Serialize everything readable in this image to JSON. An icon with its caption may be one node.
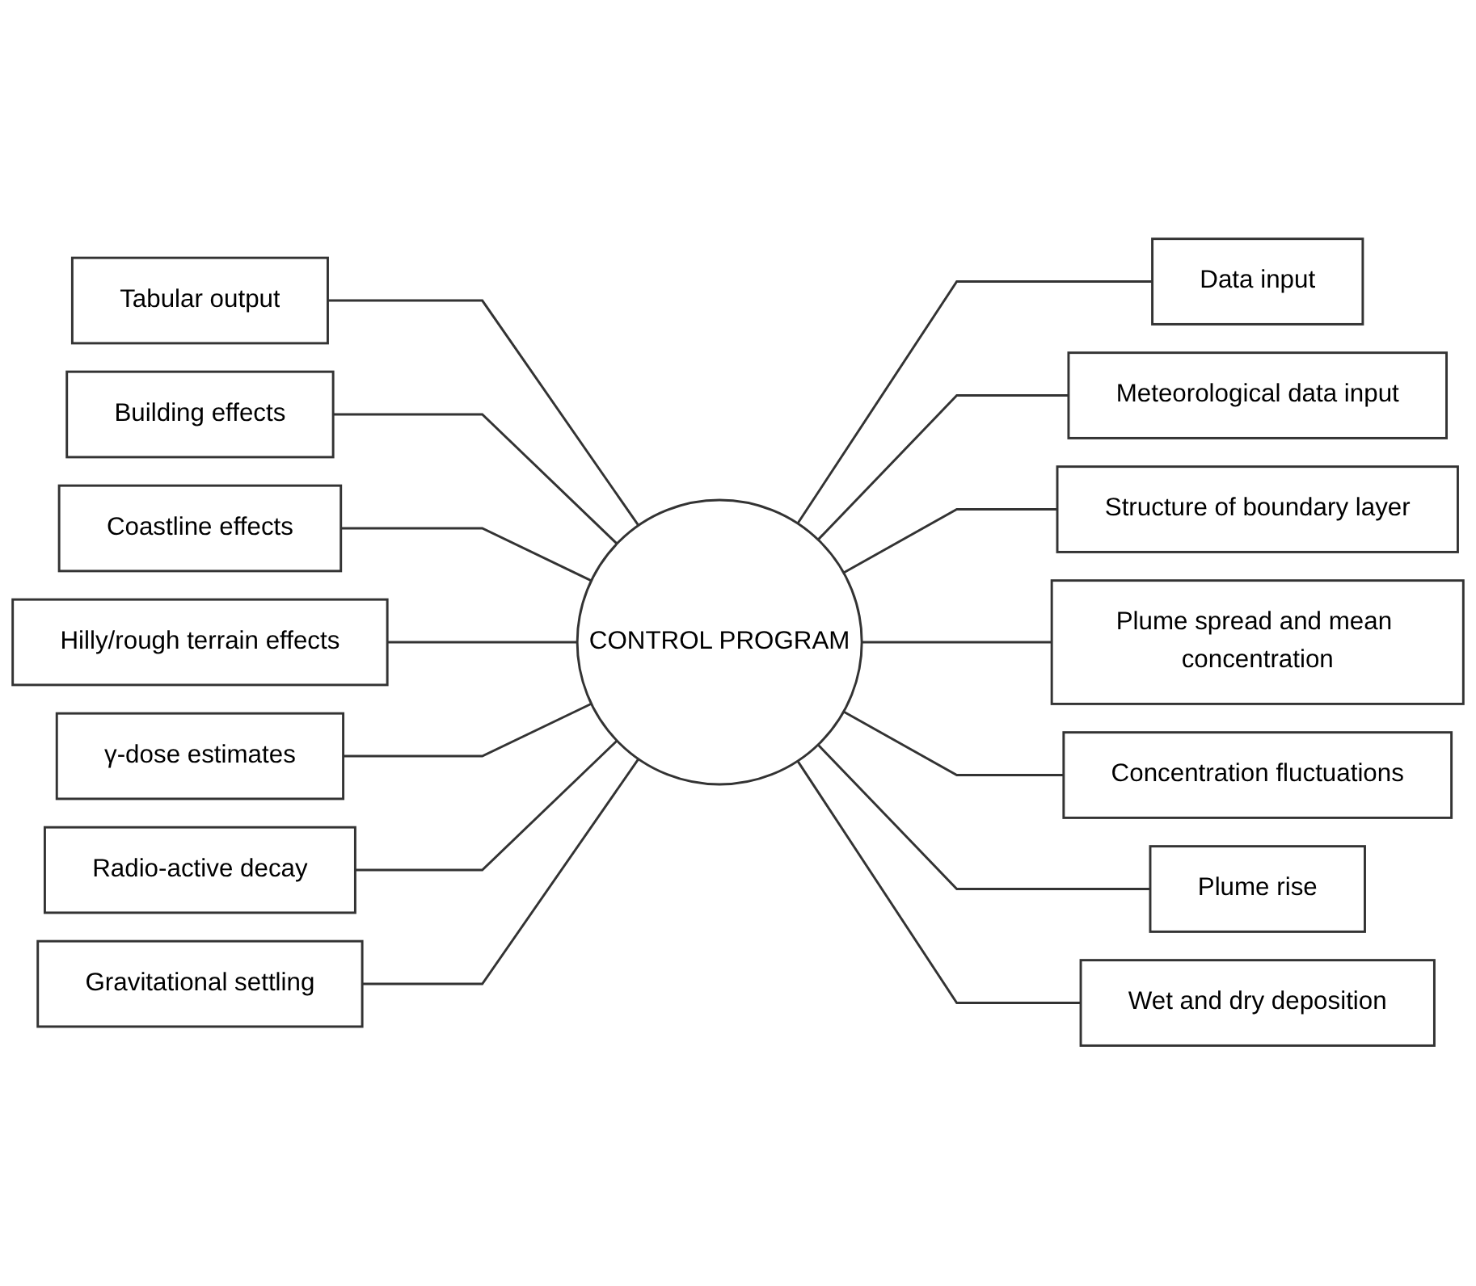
{
  "diagram": {
    "nodes": [
      {
        "text": [
          "CONTROL PROGRAM"
        ]
      },
      {
        "text": [
          "Tabular output"
        ]
      },
      {
        "text": [
          "Building effects"
        ]
      },
      {
        "text": [
          "Coastline effects"
        ]
      },
      {
        "text": [
          "Hilly/rough terrain effects"
        ]
      },
      {
        "text": [
          "γ-dose estimates"
        ]
      },
      {
        "text": [
          "Radio-active decay"
        ]
      },
      {
        "text": [
          "Gravitational settling"
        ]
      },
      {
        "text": [
          "Data input"
        ]
      },
      {
        "text": [
          "Meteorological data input"
        ]
      },
      {
        "text": [
          "Structure of boundary layer"
        ]
      },
      {
        "text": [
          "Plume spread and mean concentration"
        ]
      },
      {
        "text": [
          "Concentration fluctuations"
        ]
      },
      {
        "text": [
          "Plume rise"
        ]
      },
      {
        "text": [
          "Wet and dry deposition"
        ]
      }
    ],
    "edges": [
      {
        "from": 1,
        "to": 0,
        "arrow": "none"
      },
      {
        "from": 2,
        "to": 0,
        "arrow": "none"
      },
      {
        "from": 3,
        "to": 0,
        "arrow": "none"
      },
      {
        "from": 4,
        "to": 0,
        "arrow": "none"
      },
      {
        "from": 5,
        "to": 0,
        "arrow": "none"
      },
      {
        "from": 6,
        "to": 0,
        "arrow": "none"
      },
      {
        "from": 7,
        "to": 0,
        "arrow": "none"
      },
      {
        "from": 0,
        "to": 8,
        "arrow": "none"
      },
      {
        "from": 0,
        "to": 9,
        "arrow": "none"
      },
      {
        "from": 0,
        "to": 10,
        "arrow": "none"
      },
      {
        "from": 0,
        "to": 11,
        "arrow": "none"
      },
      {
        "from": 0,
        "to": 12,
        "arrow": "none"
      },
      {
        "from": 0,
        "to": 13,
        "arrow": "none"
      },
      {
        "from": 0,
        "to": 14,
        "arrow": "none"
      }
    ]
  }
}
